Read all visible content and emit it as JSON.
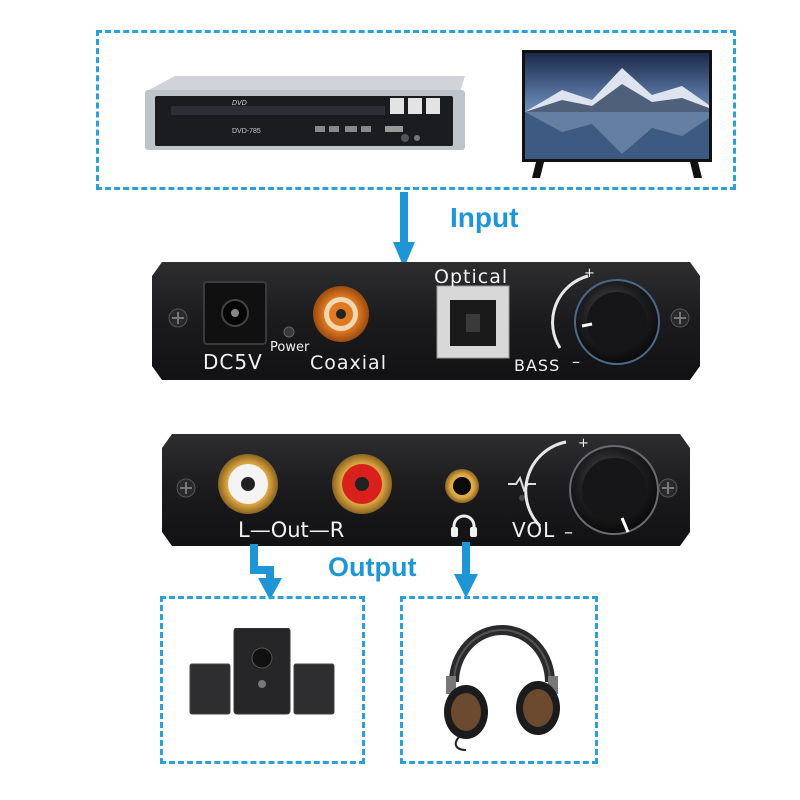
{
  "top_box": {
    "dvd_player": {
      "front_label": "DVD",
      "model": "DVD-785"
    },
    "tv": {}
  },
  "labels": {
    "input": "Input",
    "output": "Output"
  },
  "input_panel": {
    "dc_label": "DC5V",
    "power_label": "Power",
    "coaxial_label": "Coaxial",
    "optical_label": "Optical",
    "bass_label": "BASS",
    "plus": "+",
    "minus": "–"
  },
  "output_panel": {
    "out_label": "L—Out—R",
    "vol_label": "VOL",
    "plus": "+",
    "minus": "–"
  },
  "colors": {
    "accent_blue": "#1e96d6",
    "panel": "#1c1c1e",
    "rca_red": "#d8201c",
    "rca_white": "#f4f4f4",
    "gold": "#d9a441",
    "coax_orange": "#e07a22"
  }
}
